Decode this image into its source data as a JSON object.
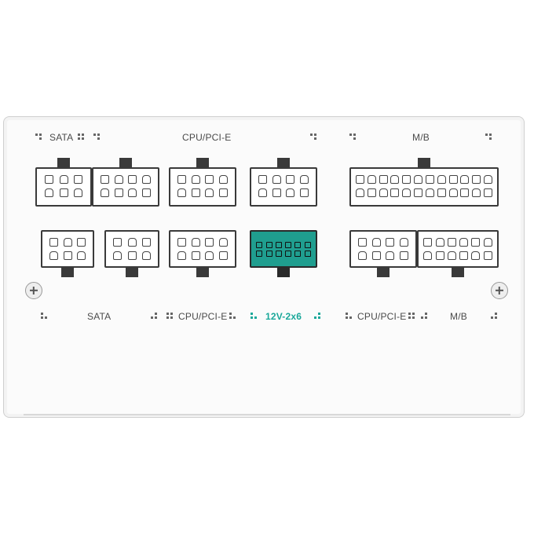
{
  "labels": {
    "top_sata": "SATA",
    "top_cpu_pcie": "CPU/PCI-E",
    "top_mb": "M/B",
    "bottom_sata": "SATA",
    "bottom_cpu_pcie_left": "CPU/PCI-E",
    "bottom_12v": "12V-2x6",
    "bottom_cpu_pcie_right": "CPU/PCI-E",
    "bottom_mb": "M/B"
  },
  "colors": {
    "accent": "#1aa89a",
    "connector_outline": "#3a3a3a",
    "panel": "#fbfbfb"
  },
  "icons": [
    "screw-icon",
    "dot-marker-icon"
  ]
}
